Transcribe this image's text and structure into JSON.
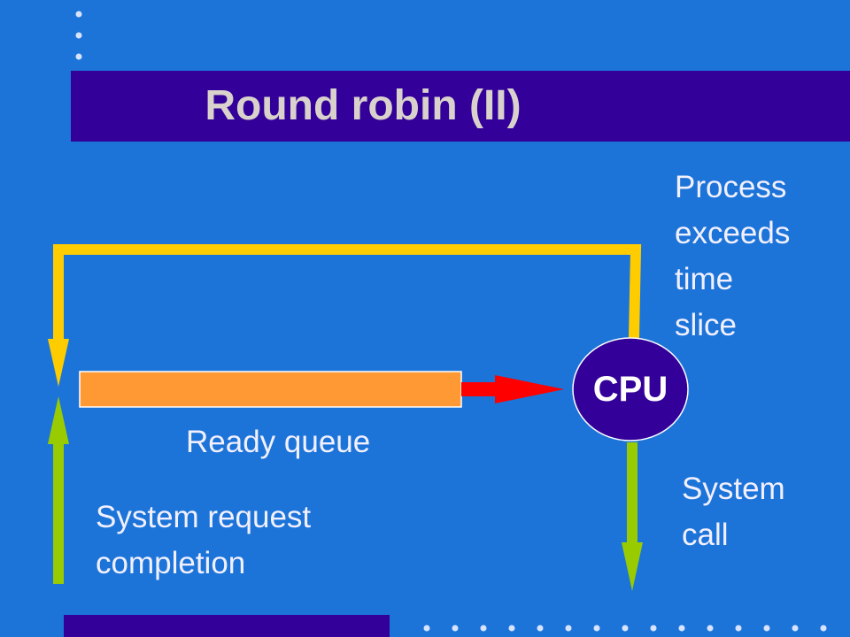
{
  "slide": {
    "title": "Round robin (II)"
  },
  "diagram": {
    "cpu_label": "CPU",
    "ready_queue_label": "Ready queue",
    "timeslice_label": "Process\nexceeds\ntime\nslice",
    "system_call_label": "System\ncall",
    "request_completion_label": "System request\ncompletion"
  },
  "colors": {
    "background": "#1c74d8",
    "title_bar": "#330099",
    "title_text": "#d9d2cc",
    "queue_fill": "#ff9933",
    "cpu_fill": "#330099",
    "timeslice_arrow": "#ffcc00",
    "dispatch_arrow": "#ff0000",
    "io_arrow": "#99cc00",
    "decor_dots": "#d8e4ff"
  }
}
